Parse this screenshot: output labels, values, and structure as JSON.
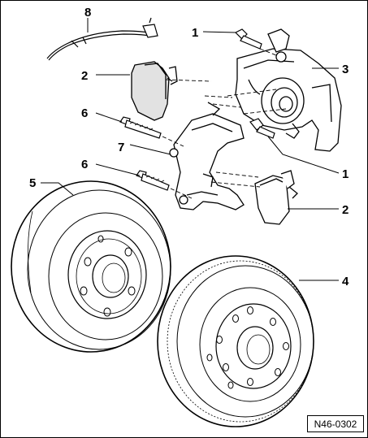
{
  "figure_code": "N46-0302",
  "callouts": [
    {
      "id": "label-1-top",
      "text": "1"
    },
    {
      "id": "label-2-top",
      "text": "2"
    },
    {
      "id": "label-3",
      "text": "3"
    },
    {
      "id": "label-6-top",
      "text": "6"
    },
    {
      "id": "label-7",
      "text": "7"
    },
    {
      "id": "label-6-bottom",
      "text": "6"
    },
    {
      "id": "label-5",
      "text": "5"
    },
    {
      "id": "label-8",
      "text": "8"
    },
    {
      "id": "label-1-right",
      "text": "1"
    },
    {
      "id": "label-2-right",
      "text": "2"
    },
    {
      "id": "label-4",
      "text": "4"
    }
  ]
}
